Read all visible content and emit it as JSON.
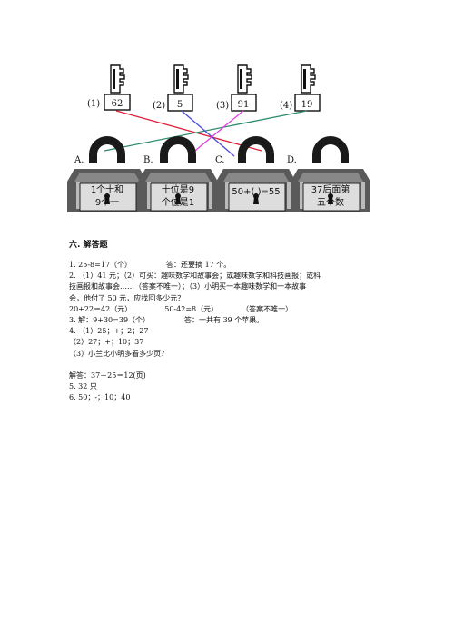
{
  "colors": {
    "line_red": "#e0203a",
    "line_teal": "#2f8a6a",
    "line_blue": "#4b4bdc",
    "line_magenta": "#e040e0"
  },
  "keys": [
    {
      "label": "(1)",
      "value": "62"
    },
    {
      "label": "(2)",
      "value": "5"
    },
    {
      "label": "(3)",
      "value": "91"
    },
    {
      "label": "(4)",
      "value": "19"
    }
  ],
  "locks": [
    {
      "label": "A.",
      "line1": "1个十和",
      "line2": "9个一"
    },
    {
      "label": "B.",
      "line1": "十位是9",
      "line2": "个位是1"
    },
    {
      "label": "C.",
      "line1": "50+(  )=55",
      "line2": ""
    },
    {
      "label": "D.",
      "line1": "37后面第",
      "line2": "五个数"
    }
  ],
  "section": {
    "title": "六. 解答题"
  },
  "answers": {
    "a1_left": "1. 25-8=17（个）",
    "a1_right": "答：还要摘 17 个。",
    "a2_l1": "2. （1）41 元；（2）可买：趣味数学和故事会；或趣味数学和科技画报；或科",
    "a2_l2": "技画报和故事会……（答案不唯一）；（3）小明买一本趣味数学和一本故事",
    "a2_l3": "会，他付了 50 元，应找回多少元？",
    "a2_l4a": "20+22＝42（元）",
    "a2_l4b": "50-42=8（元）",
    "a2_l4c": "（答案不唯一）",
    "a3_left": "3. 解：9+30=39（个）",
    "a3_right": "答：一共有 39 个苹果。",
    "a4_l1": "4. （1）25；+；2；27",
    "a4_l2": "（2）27；+；10；37",
    "a4_l3": "（3）小兰比小明多看多少页？",
    "a4_l4": "解答：37－25＝12(页)",
    "a5": "5. 32 只",
    "a6": "6. 50；-；10；40"
  }
}
